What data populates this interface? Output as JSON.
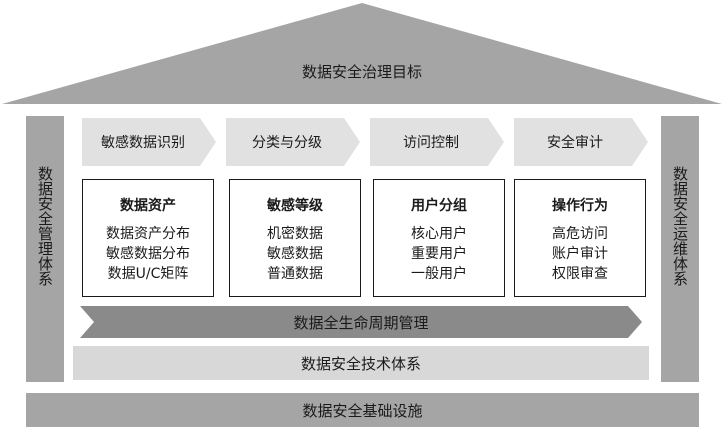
{
  "roof": {
    "title": "数据安全治理目标"
  },
  "left_pillar": {
    "label": "数据安全管理体系"
  },
  "right_pillar": {
    "label": "数据安全运维体系"
  },
  "steps": [
    "敏感数据识别",
    "分类与分级",
    "访问控制",
    "安全审计"
  ],
  "boxes": [
    {
      "title": "数据资产",
      "items": [
        "数据资产分布",
        "敏感数据分布",
        "数据U/C矩阵"
      ]
    },
    {
      "title": "敏感等级",
      "items": [
        "机密数据",
        "敏感数据",
        "普通数据"
      ]
    },
    {
      "title": "用户分组",
      "items": [
        "核心用户",
        "重要用户",
        "一般用户"
      ]
    },
    {
      "title": "操作行为",
      "items": [
        "高危访问",
        "账户审计",
        "权限审查"
      ]
    }
  ],
  "lifecycle": {
    "label": "数据全生命周期管理"
  },
  "tech": {
    "label": "数据安全技术体系"
  },
  "base": {
    "label": "数据安全基础设施"
  },
  "colors": {
    "roof": "#a5a5a5",
    "pillars": "#a5a5a5",
    "step_arrows": "#e1e1e1",
    "lifecycle_arrow": "#8a8a8a",
    "tech_bar": "#d8d8d8",
    "base_bar": "#a5a5a5"
  }
}
